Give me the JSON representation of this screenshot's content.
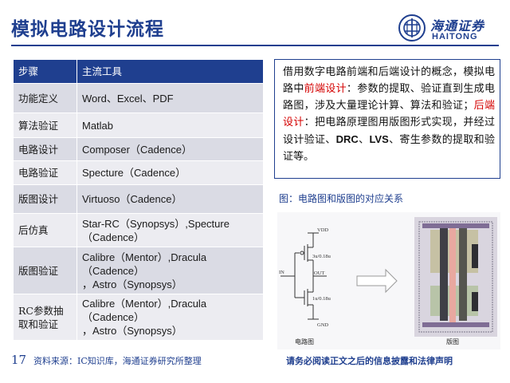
{
  "header": {
    "title": "模拟电路设计流程",
    "logo_cn": "海通证券",
    "logo_en": "HAITONG"
  },
  "table": {
    "columns": [
      "步骤",
      "主流工具"
    ],
    "rows": [
      {
        "step": "功能定义",
        "tool": [
          "Word、Excel、PDF"
        ]
      },
      {
        "step": "算法验证",
        "tool": [
          "Matlab"
        ]
      },
      {
        "step": "电路设计",
        "tool": [
          "Composer（Cadence）"
        ]
      },
      {
        "step": "电路验证",
        "tool": [
          "Specture（Cadence）"
        ]
      },
      {
        "step": "版图设计",
        "tool": [
          "Virtuoso（Cadence）"
        ]
      },
      {
        "step": "后仿真",
        "tool": [
          "Star-RC（Synopsys）,Specture",
          "（Cadence）"
        ]
      },
      {
        "step": "版图验证",
        "tool": [
          "Calibre（Mentor）,Dracula",
          "（Cadence）",
          "，Astro（Synopsys）"
        ]
      },
      {
        "step": "RC参数抽取和验证",
        "tool": [
          "Calibre（Mentor）,Dracula",
          "（Cadence）",
          "，Astro（Synopsys）"
        ]
      }
    ]
  },
  "note": {
    "segments": [
      {
        "text": "借用数字电路前端和后端设计的概念，模拟电路中",
        "style": "normal"
      },
      {
        "text": "前端设计",
        "style": "red"
      },
      {
        "text": "：参数的提取、验证直到生成电路图，涉及大量理论计算、算法和验证；",
        "style": "normal"
      },
      {
        "text": "后端设计",
        "style": "red"
      },
      {
        "text": "：把电路原理图用版图形式实现，并经过设计验证、",
        "style": "normal"
      },
      {
        "text": "DRC",
        "style": "bold"
      },
      {
        "text": "、",
        "style": "normal"
      },
      {
        "text": "LVS",
        "style": "bold"
      },
      {
        "text": "、寄生参数的提取和验证等。",
        "style": "normal"
      }
    ]
  },
  "figure": {
    "caption": "图：电路图和版图的对应关系",
    "labels": {
      "vdd": "VDD",
      "gnd": "GND",
      "in": "IN",
      "out": "OUT",
      "pmos": "3u/0.18u",
      "nmos": "1u/0.18u",
      "schematic": "电路图",
      "layout": "版图"
    }
  },
  "footer": {
    "page": "17",
    "source": "资料来源：IC知识库，海通证券研究所整理",
    "disclaimer": "请务必阅读正文之后的信息披露和法律声明"
  },
  "colors": {
    "brand": "#1f3f8f",
    "accent_red": "#d40000",
    "row_odd": "#dadbe4",
    "row_even": "#ececf1"
  }
}
